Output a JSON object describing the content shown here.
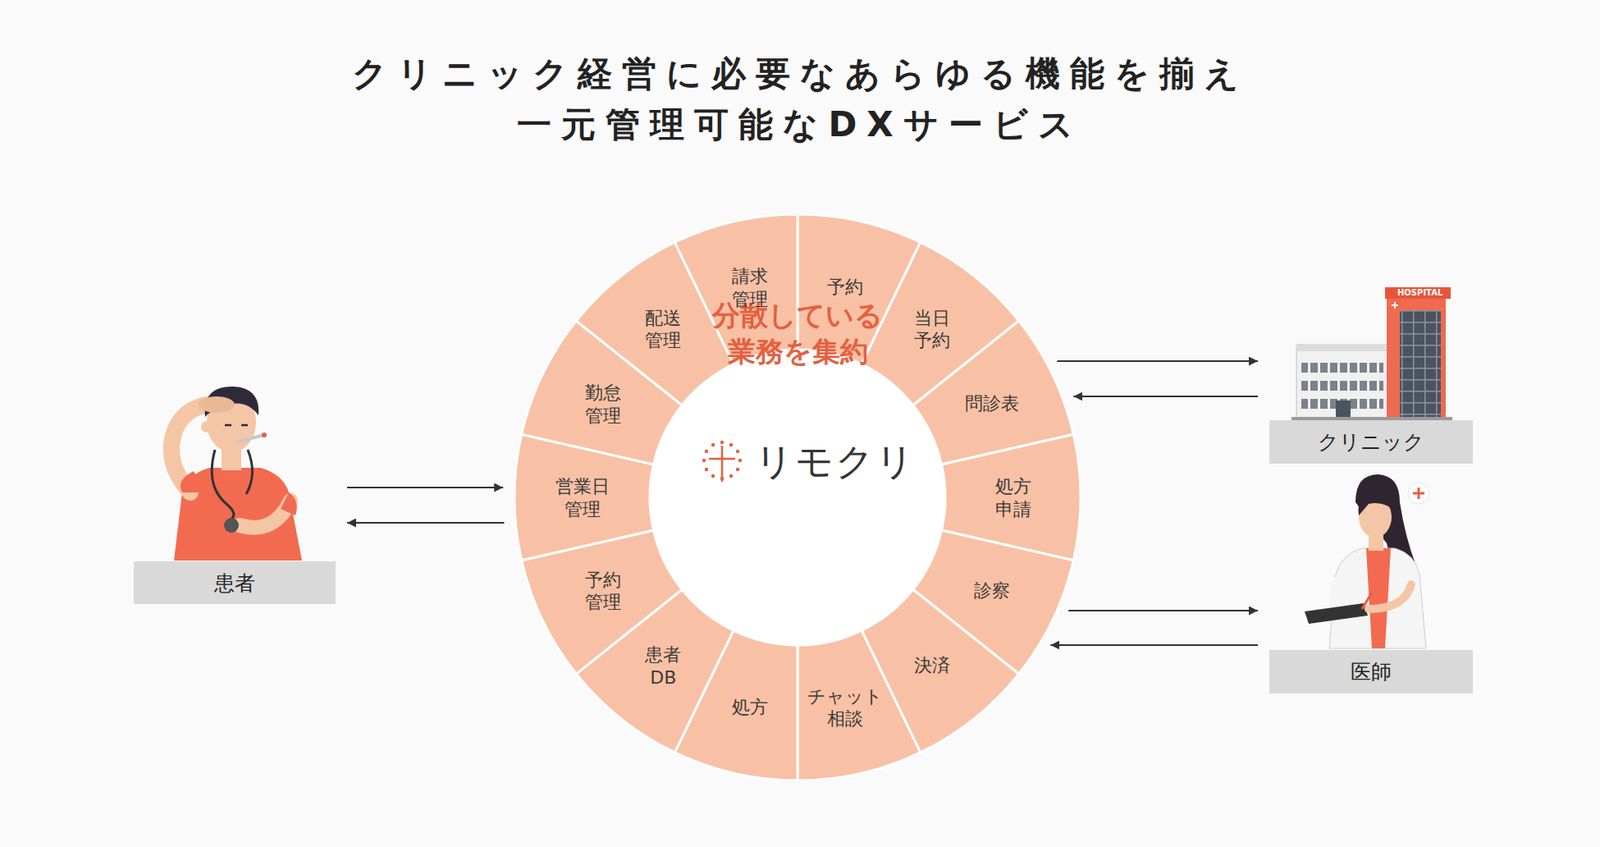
{
  "diagram": {
    "title": "クリニック経営に必要なあらゆる機能を揃え 一元管理可能なDXサービス",
    "nodes": [
      {
        "text": [
          "患者"
        ]
      },
      {
        "text": [
          "リモクリ",
          "分散している 業務を集約"
        ]
      },
      {
        "text": [
          "予約"
        ],
        "in": 1
      },
      {
        "text": [
          "当日 予約"
        ],
        "in": 1
      },
      {
        "text": [
          "問診表"
        ],
        "in": 1
      },
      {
        "text": [
          "処方 申請"
        ],
        "in": 1
      },
      {
        "text": [
          "診察"
        ],
        "in": 1
      },
      {
        "text": [
          "決済"
        ],
        "in": 1
      },
      {
        "text": [
          "チャット 相談"
        ],
        "in": 1
      },
      {
        "text": [
          "処方"
        ],
        "in": 1
      },
      {
        "text": [
          "患者 DB"
        ],
        "in": 1
      },
      {
        "text": [
          "予約 管理"
        ],
        "in": 1
      },
      {
        "text": [
          "営業日 管理"
        ],
        "in": 1
      },
      {
        "text": [
          "勤怠 管理"
        ],
        "in": 1
      },
      {
        "text": [
          "配送 管理"
        ],
        "in": 1
      },
      {
        "text": [
          "請求 管理"
        ],
        "in": 1
      },
      {
        "text": [
          "クリニック"
        ]
      },
      {
        "text": [
          "医師"
        ]
      }
    ],
    "edges": [
      {
        "from": 0,
        "to": 1,
        "arrow": "to"
      },
      {
        "from": 1,
        "to": 0,
        "arrow": "to"
      },
      {
        "from": 1,
        "to": 16,
        "arrow": "to"
      },
      {
        "from": 16,
        "to": 1,
        "arrow": "to"
      },
      {
        "from": 1,
        "to": 17,
        "arrow": "to"
      },
      {
        "from": 17,
        "to": 1,
        "arrow": "to"
      }
    ],
    "labels": [
      "HOSPITAL"
    ]
  }
}
